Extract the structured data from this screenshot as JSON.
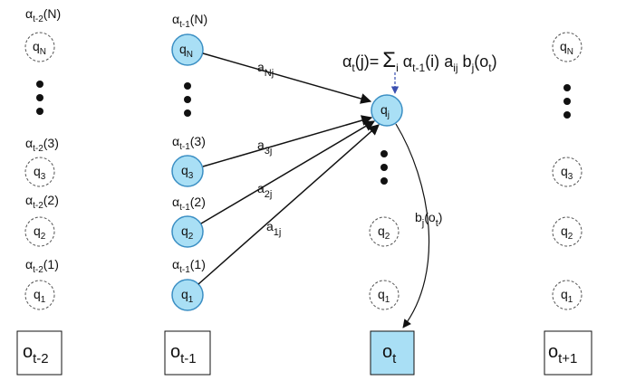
{
  "colors": {
    "active_fill": "#a9dff5",
    "active_stroke": "#3b8fc4",
    "dashed_stroke": "#555555",
    "obs_fill": "#a9dff5",
    "dash_arrow": "#3a4fb0"
  },
  "columns": {
    "tm2": {
      "top_alpha": {
        "base": "α",
        "sub": "t-2",
        "arg": "(N)"
      },
      "alphas": [
        {
          "base": "α",
          "sub": "t-2",
          "arg": "(3)"
        },
        {
          "base": "α",
          "sub": "t-2",
          "arg": "(2)"
        },
        {
          "base": "α",
          "sub": "t-2",
          "arg": "(1)"
        }
      ]
    },
    "tm1": {
      "top_alpha": {
        "base": "α",
        "sub": "t-1",
        "arg": "(N)"
      },
      "alphas": [
        {
          "base": "α",
          "sub": "t-1",
          "arg": "(3)"
        },
        {
          "base": "α",
          "sub": "t-1",
          "arg": "(2)"
        },
        {
          "base": "α",
          "sub": "t-1",
          "arg": "(1)"
        }
      ]
    }
  },
  "nodes": {
    "qN": {
      "base": "q",
      "sub": "N"
    },
    "q3": {
      "base": "q",
      "sub": "3"
    },
    "q2": {
      "base": "q",
      "sub": "2"
    },
    "q1": {
      "base": "q",
      "sub": "1"
    },
    "qj": {
      "base": "q",
      "sub": "j"
    }
  },
  "edges": {
    "aNj": {
      "base": "a",
      "sub": "Nj"
    },
    "a3j": {
      "base": "a",
      "sub": "3j"
    },
    "a2j": {
      "base": "a",
      "sub": "2j"
    },
    "a1j": {
      "base": "a",
      "sub": "1j"
    },
    "emission": {
      "base": "b",
      "sub": "j",
      "arg": "(o",
      "argsub": "t",
      "close": ")"
    }
  },
  "equation": {
    "lhs_base": "α",
    "lhs_sub": "t",
    "lhs_arg": "(j)=",
    "sigma": "Σ",
    "sigma_sub": "i",
    "t1_base": "α",
    "t1_sub": "t-1",
    "t1_arg": "(i)",
    "t2_base": "a",
    "t2_sub": "ij",
    "t3_base": "b",
    "t3_sub": "j",
    "t3_arg": "(o",
    "t3_argsub": "t",
    "t3_close": ")"
  },
  "observations": {
    "otm2": {
      "base": "o",
      "sub": "t-2"
    },
    "otm1": {
      "base": "o",
      "sub": "t-1"
    },
    "ot": {
      "base": "o",
      "sub": "t"
    },
    "otp1": {
      "base": "o",
      "sub": "t+1"
    }
  }
}
